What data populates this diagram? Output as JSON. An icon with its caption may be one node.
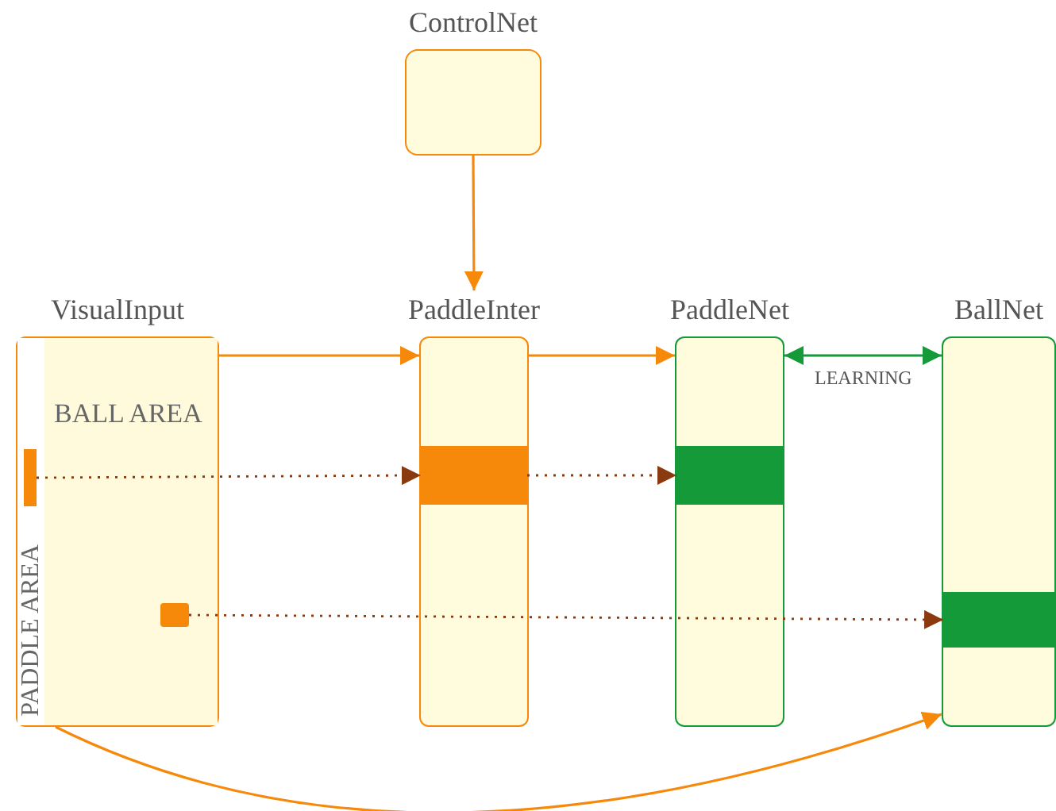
{
  "diagram": {
    "nodes": [
      {
        "text": [
          "ControlNet"
        ]
      },
      {
        "text": [
          "VisualInput"
        ]
      },
      {
        "text": [
          "BALL AREA"
        ],
        "in": 1
      },
      {
        "text": [
          "PADDLE AREA"
        ],
        "in": 1
      },
      {
        "text": [],
        "shape": "bar",
        "in": 3
      },
      {
        "text": [],
        "shape": "box",
        "in": 2
      },
      {
        "text": [
          "PaddleInter"
        ]
      },
      {
        "text": [],
        "shape": "bar",
        "in": 6
      },
      {
        "text": [
          "PaddleNet"
        ]
      },
      {
        "text": [],
        "shape": "bar",
        "in": 8
      },
      {
        "text": [
          "BallNet"
        ]
      },
      {
        "text": [],
        "shape": "bar",
        "in": 10
      }
    ],
    "edges": [
      {
        "from": 0,
        "to": 6,
        "arrow": "to"
      },
      {
        "from": 1,
        "to": 6,
        "arrow": "to"
      },
      {
        "from": 6,
        "to": 8,
        "arrow": "to"
      },
      {
        "from": 8,
        "to": 10,
        "arrow": "both",
        "label": "LEARNING",
        "color": "#159a3a"
      },
      {
        "from": 4,
        "to": 7,
        "arrow": "to",
        "style": "dashed",
        "color": "#8b3a0f"
      },
      {
        "from": 7,
        "to": 9,
        "arrow": "to",
        "style": "dashed",
        "color": "#8b3a0f"
      },
      {
        "from": 5,
        "to": 11,
        "arrow": "to",
        "style": "dashed",
        "color": "#8b3a0f"
      },
      {
        "from": 1,
        "to": 10,
        "arrow": "to"
      }
    ]
  }
}
